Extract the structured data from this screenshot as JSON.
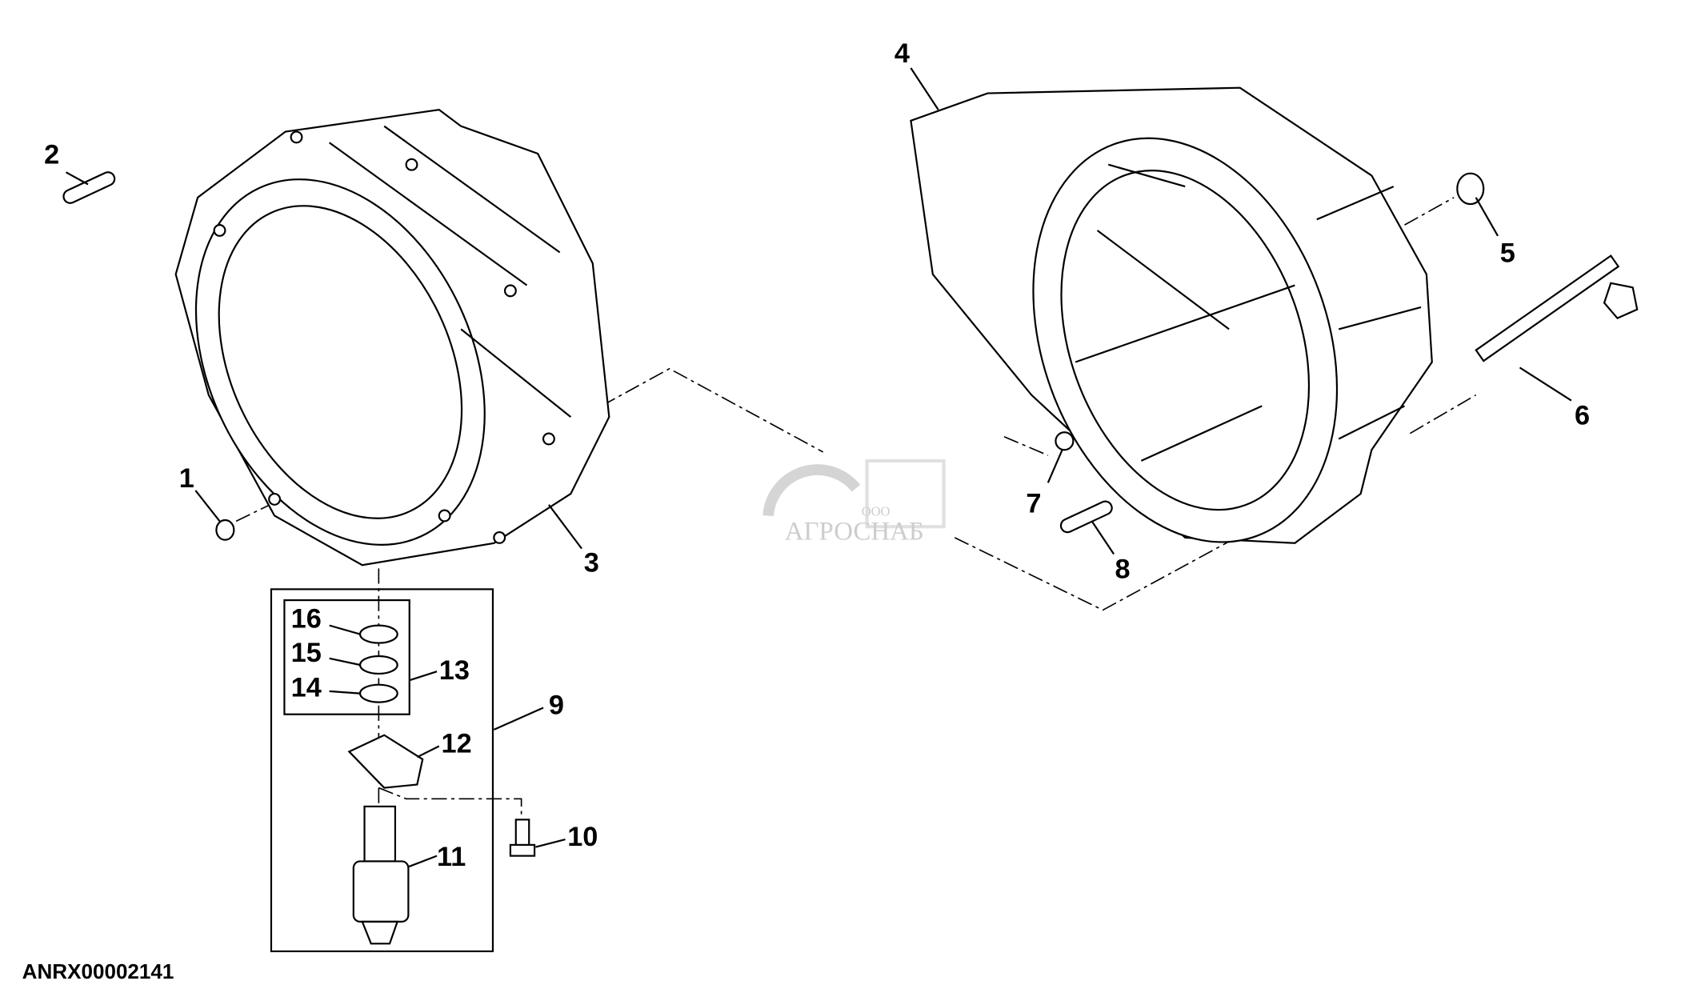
{
  "diagram_id": "ANRX00002141",
  "watermark": {
    "prefix": "ООО",
    "name": "АГРОСНАБ"
  },
  "callouts": [
    {
      "id": "1",
      "label": "1"
    },
    {
      "id": "2",
      "label": "2"
    },
    {
      "id": "3",
      "label": "3"
    },
    {
      "id": "4",
      "label": "4"
    },
    {
      "id": "5",
      "label": "5"
    },
    {
      "id": "6",
      "label": "6"
    },
    {
      "id": "7",
      "label": "7"
    },
    {
      "id": "8",
      "label": "8"
    },
    {
      "id": "9",
      "label": "9"
    },
    {
      "id": "10",
      "label": "10"
    },
    {
      "id": "11",
      "label": "11"
    },
    {
      "id": "12",
      "label": "12"
    },
    {
      "id": "13",
      "label": "13"
    },
    {
      "id": "14",
      "label": "14"
    },
    {
      "id": "15",
      "label": "15"
    },
    {
      "id": "16",
      "label": "16"
    }
  ]
}
